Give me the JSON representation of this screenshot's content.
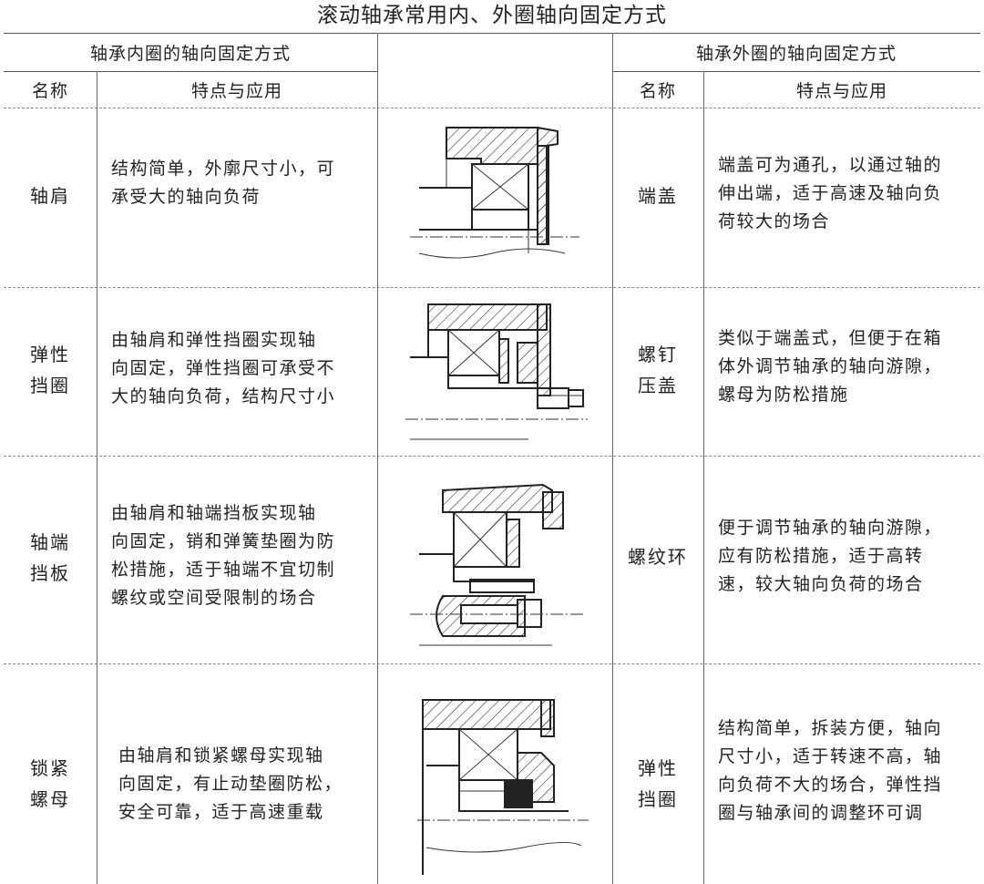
{
  "title": "滚动轴承常用内、外圈轴向固定方式",
  "header": {
    "inner_group": "轴承内圈的轴向固定方式",
    "outer_group": "轴承外圈的轴向固定方式",
    "col_name": "名称",
    "col_feature": "特点与应用"
  },
  "rows": [
    {
      "inner_name": [
        "轴肩"
      ],
      "inner_lines": [
        "结构简单，外廓尺寸小，可",
        "承受大的轴向负荷"
      ],
      "outer_name": [
        "端盖"
      ],
      "outer_lines": [
        "端盖可为通孔，以通过轴的",
        "伸出端，适于高速及轴向负",
        "荷较大的场合"
      ]
    },
    {
      "inner_name": [
        "弹性",
        "挡圈"
      ],
      "inner_lines": [
        "由轴肩和弹性挡圈实现轴",
        "向固定，弹性挡圈可承受不",
        "大的轴向负荷，结构尺寸小"
      ],
      "outer_name": [
        "螺钉",
        "压盖"
      ],
      "outer_lines": [
        "类似于端盖式，但便于在箱",
        "体外调节轴承的轴向游隙，",
        "螺母为防松措施"
      ]
    },
    {
      "inner_name": [
        "轴端",
        "挡板"
      ],
      "inner_lines": [
        "由轴肩和轴端挡板实现轴",
        "向固定，销和弹簧垫圈为防",
        "松措施，适于轴端不宜切制",
        "螺纹或空间受限制的场合"
      ],
      "outer_name": [
        "螺纹环"
      ],
      "outer_lines": [
        "便于调节轴承的轴向游隙，",
        "应有防松措施，适于高转",
        "速，较大轴向负荷的场合"
      ]
    },
    {
      "inner_name": [
        "锁紧",
        "螺母"
      ],
      "inner_lines": [
        "由轴肩和锁紧螺母实现轴",
        "向固定，有止动垫圈防松，",
        "安全可靠，适于高速重载"
      ],
      "outer_name": [
        "弹性",
        "挡圈"
      ],
      "outer_lines": [
        "结构简单，拆装方便，轴向",
        "尺寸小，适于转速不高，轴",
        "向负荷不大的场合，弹性挡",
        "圈与轴承间的调整环可调"
      ]
    }
  ]
}
